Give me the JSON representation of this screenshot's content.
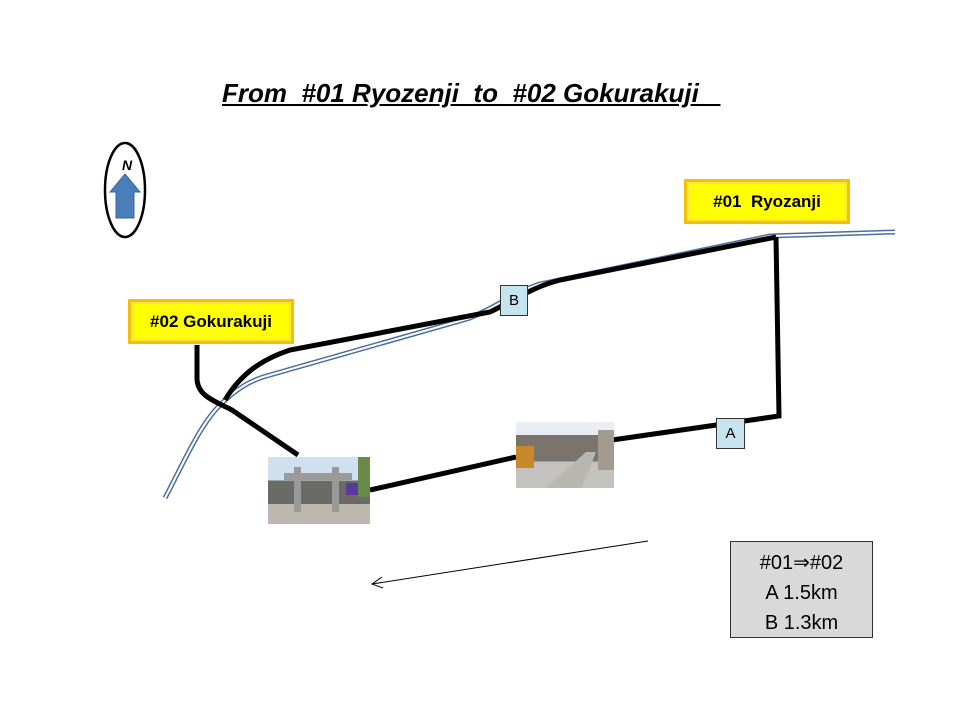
{
  "title": "From  #01 Ryozenji  to  #02 Gokurakuji   ",
  "compass": {
    "label": "N",
    "icon": "north-arrow-icon",
    "color": "#4a7ebb"
  },
  "places": [
    {
      "id": "01",
      "label": "#01  Ryozanji"
    },
    {
      "id": "02",
      "label": "#02 Gokurakuji"
    }
  ],
  "route_labels": {
    "a": "A",
    "b": "B"
  },
  "legend": {
    "heading": "#01⇒#02",
    "route_a": "A 1.5km",
    "route_b": "B 1.3km"
  },
  "colors": {
    "route": "#000000",
    "river": "#4a6f9c",
    "label_fill": "#ffff00",
    "label_border": "#f2c200",
    "legend_fill": "#d9d9d9",
    "route_label_fill": "#c6e3f0"
  }
}
